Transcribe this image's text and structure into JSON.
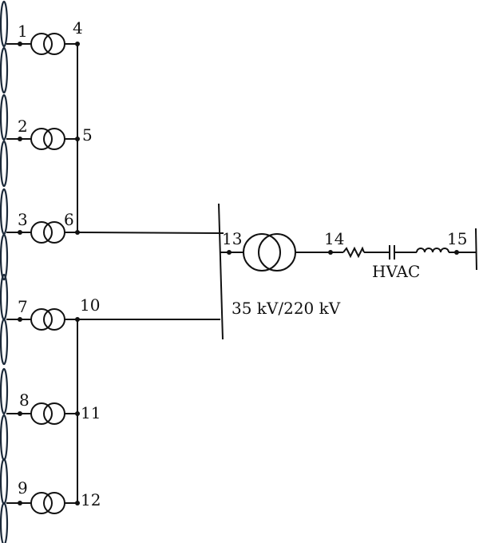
{
  "diagram": {
    "colors": {
      "line": "#111111",
      "blade": "#1c2a3a",
      "background": "#ffffff"
    },
    "turbines": [
      {
        "bus_in": "1",
        "bus_out": "4"
      },
      {
        "bus_in": "2",
        "bus_out": "5"
      },
      {
        "bus_in": "3",
        "bus_out": "6"
      },
      {
        "bus_in": "7",
        "bus_out": "10"
      },
      {
        "bus_in": "8",
        "bus_out": "11"
      },
      {
        "bus_in": "9",
        "bus_out": "12"
      }
    ],
    "substation": {
      "bus_label": "13",
      "transformer_rating": "35 kV/220 kV",
      "hv_bus_label": "14"
    },
    "transmission": {
      "label": "HVAC",
      "grid_bus_label": "15"
    }
  }
}
